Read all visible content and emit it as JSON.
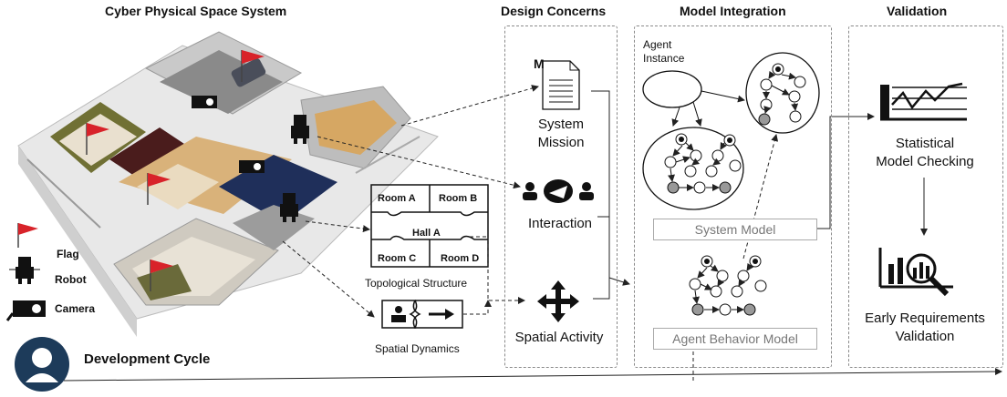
{
  "headers": {
    "cps": "Cyber Physical Space System",
    "design": "Design Concerns",
    "model": "Model Integration",
    "validation": "Validation"
  },
  "design_concerns": {
    "mission_letter": "M",
    "mission_line1": "System",
    "mission_line2": "Mission",
    "interaction": "Interaction",
    "spatial_activity": "Spatial Activity"
  },
  "topology": {
    "rooms": [
      "Room A",
      "Room B",
      "Hall A",
      "Room C",
      "Room D"
    ],
    "caption": "Topological Structure"
  },
  "spatial_dynamics": {
    "caption": "Spatial Dynamics"
  },
  "model_integration": {
    "agent_line1": "Agent",
    "agent_line2": "Instance",
    "system_model": "System Model",
    "agent_behavior_model": "Agent Behavior Model"
  },
  "validation": {
    "smc_line1": "Statistical",
    "smc_line2": "Model Checking",
    "erv_line1": "Early Requirements",
    "erv_line2": "Validation"
  },
  "legend": {
    "flag": "Flag",
    "robot": "Robot",
    "camera": "Camera"
  },
  "footer": {
    "development_cycle": "Development Cycle"
  },
  "colors": {
    "flag": "#d8232a",
    "floor": "#d9b27a",
    "blue_room": "#1f2f5a",
    "green_room": "#6b6a2e"
  }
}
